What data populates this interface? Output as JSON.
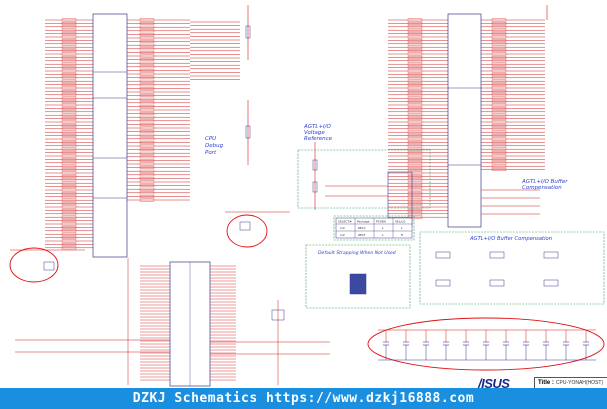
{
  "schematic": {
    "labels": {
      "cpu_debug_port": [
        "CPU",
        "Debug",
        "Port"
      ],
      "agtl_voltage_reference": [
        "AGTL+I/O",
        "Voltage",
        "Reference"
      ],
      "agtl_buffer_compensation_right": [
        "AGTL+I/O Buffer",
        "Compensation"
      ],
      "agtl_buffer_compensation_mid": "AGTL+I/O Buffer Compensation",
      "default_strapping": "Default Strapping When Not Used"
    },
    "table_headers": [
      "SELECT#",
      "Package",
      "PSI/EN",
      "SEL/LO"
    ],
    "table_rows": [
      [
        "1/2",
        "ZELC",
        "L",
        "L"
      ],
      [
        "1/2",
        "ZELF",
        "L",
        "H"
      ]
    ]
  },
  "footer": {
    "text": "DZKJ Schematics https://www.dzkj16888.com"
  },
  "title_block": {
    "logo": "/ISUS",
    "title_label": "Title :",
    "title_value": "CPU-YONAH(HOST)"
  },
  "colors": {
    "wire": "#d22020",
    "box_outline": "#3a3a8a",
    "dash_green": "#2a9a55",
    "label_blue": "#2a3fd0",
    "footer_bg": "#1a8fe0",
    "logo": "#1a2a8a"
  }
}
